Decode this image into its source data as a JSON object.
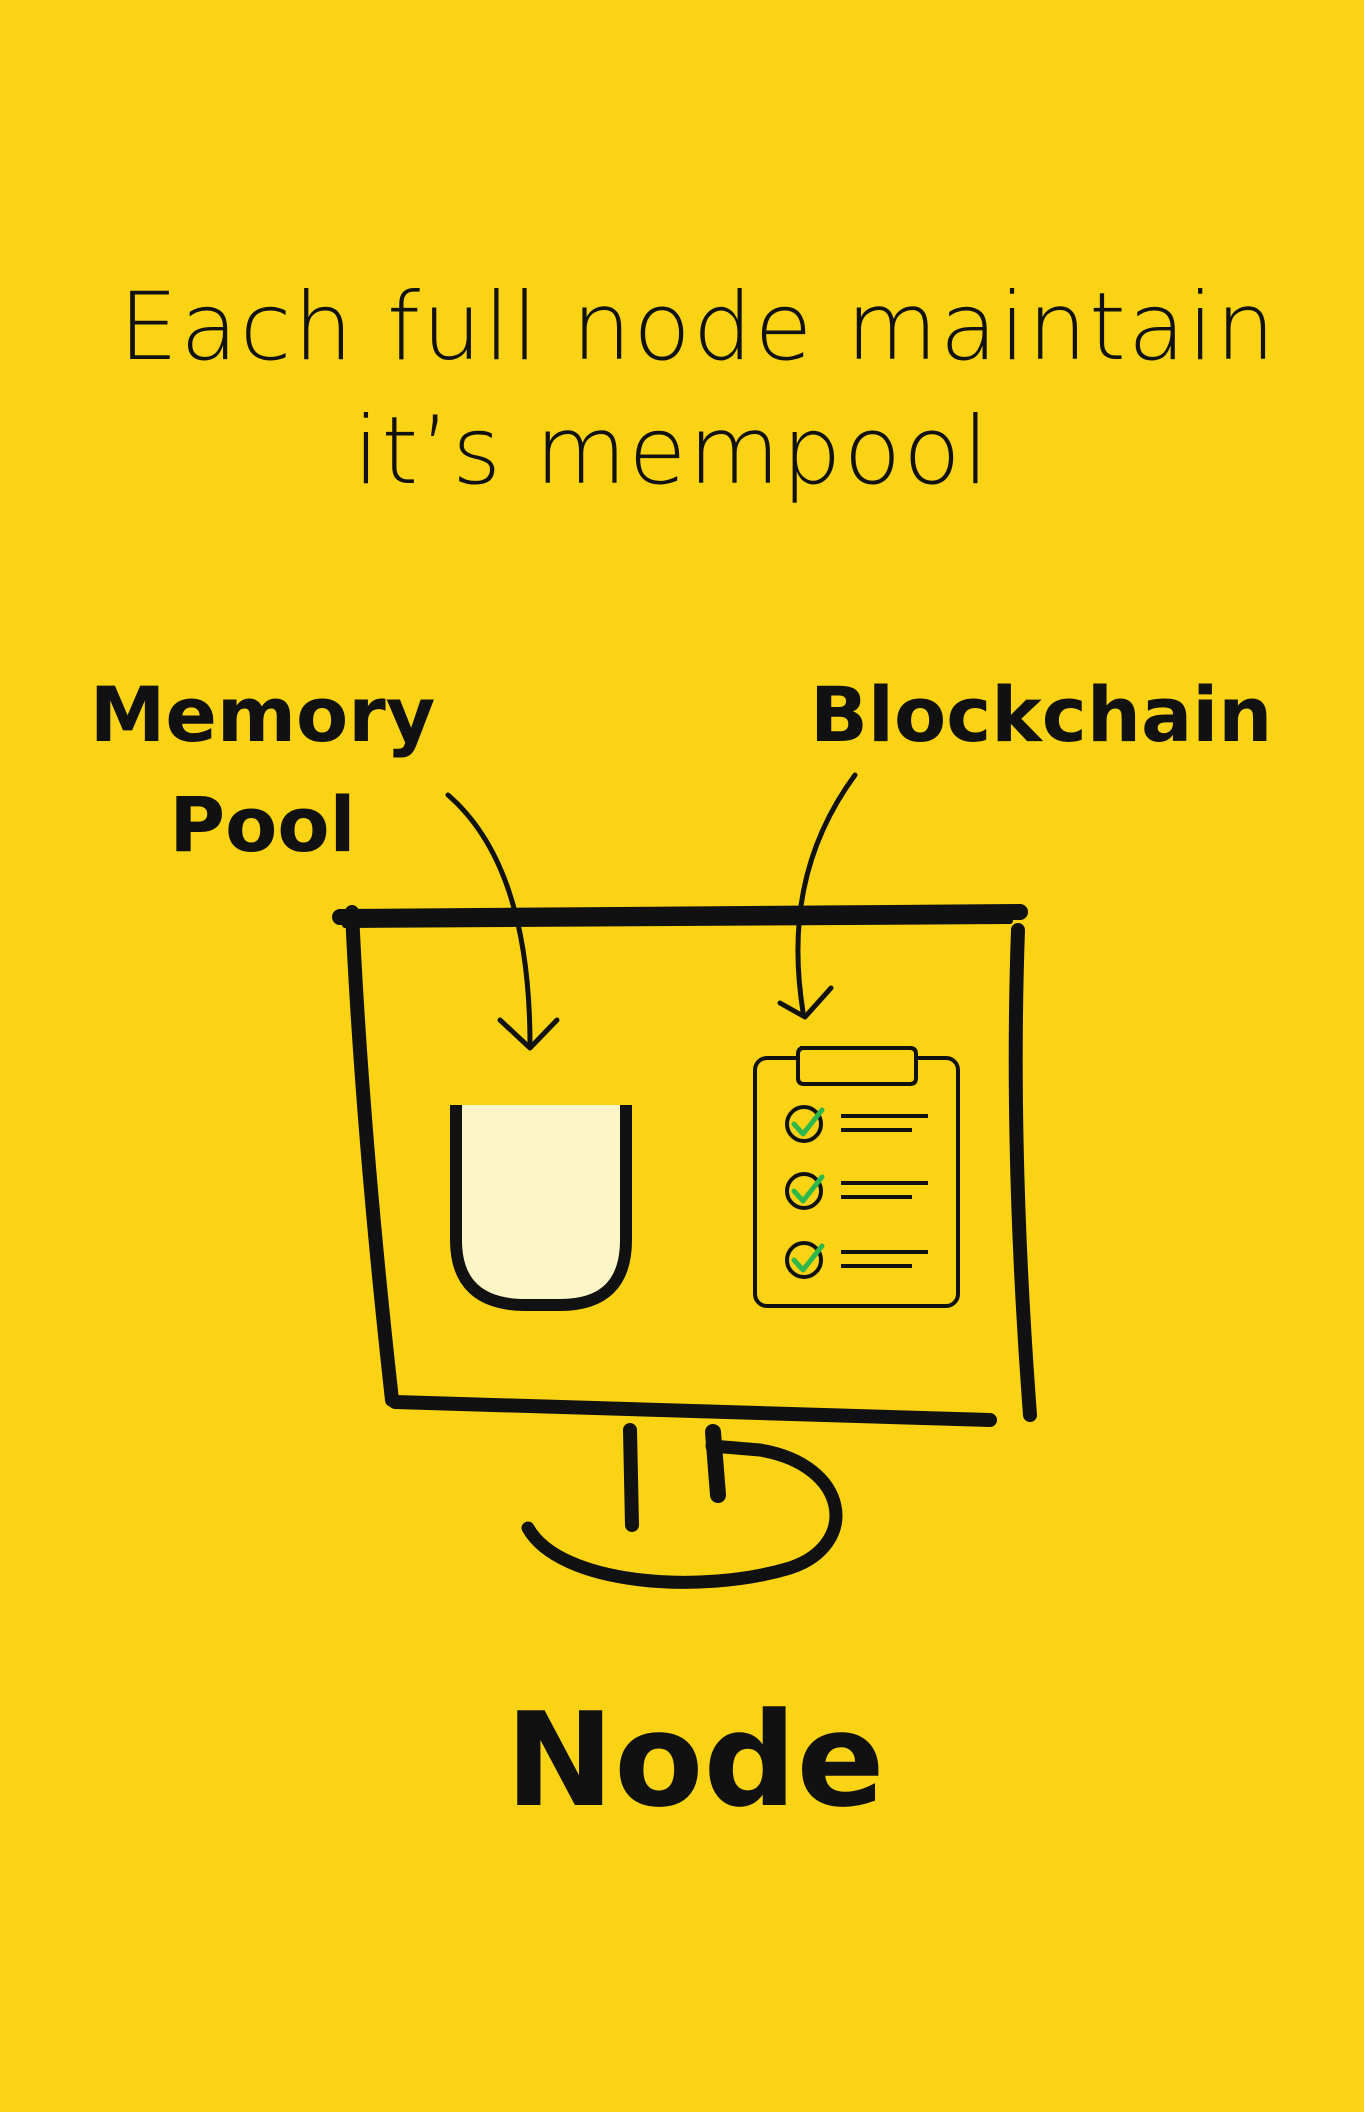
{
  "background_color": "#FAD315",
  "heading": {
    "line1": "Each full node maintain",
    "line2": "it’s mempool"
  },
  "labels": {
    "memory_pool_line1": "Memory",
    "memory_pool_line2": "Pool",
    "blockchain": "Blockchain",
    "node": "Node"
  },
  "colors": {
    "ink": "#111111",
    "mempool_fill": "#FCF6C6",
    "check_green": "#2DB84C"
  },
  "icons": {
    "mempool": "cup-icon",
    "blockchain": "clipboard-checklist-icon",
    "node": "computer-monitor-icon"
  }
}
